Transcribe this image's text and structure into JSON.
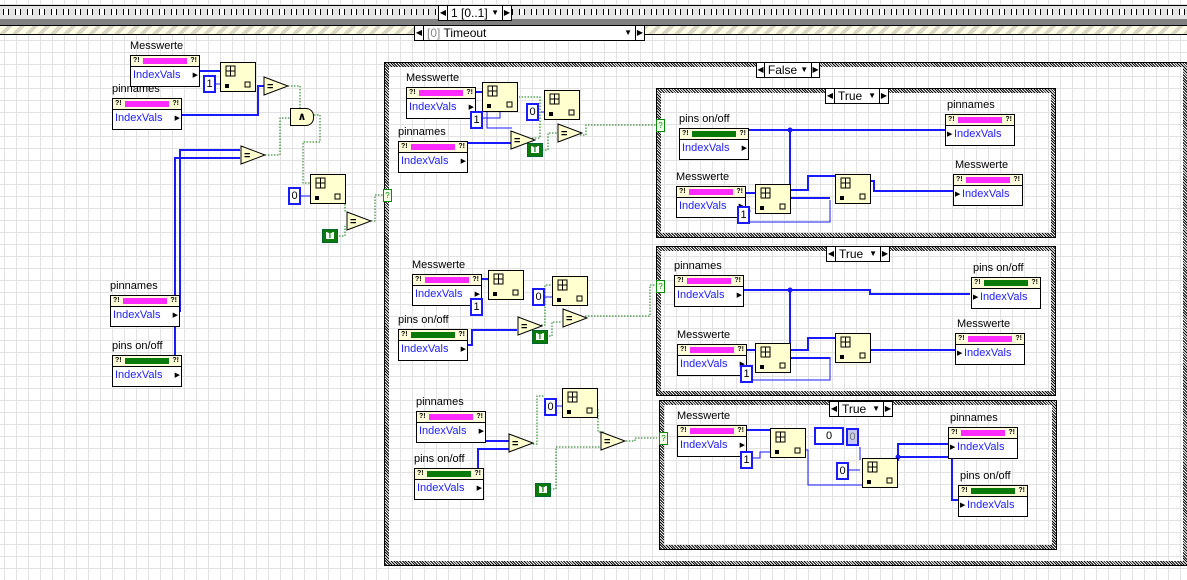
{
  "sequence": {
    "selector_label": "1 [0..1]"
  },
  "event_structure": {
    "selector_index": "[0]",
    "selector_label": "Timeout"
  },
  "outer_case": {
    "selector_label": "False"
  },
  "inner_cases": [
    {
      "selector_label": "True"
    },
    {
      "selector_label": "True"
    },
    {
      "selector_label": "True"
    }
  ],
  "node_labels": {
    "messwerte": "Messwerte",
    "pinnames": "pinnames",
    "pins_onoff": "pins on/off",
    "property": "IndexVals"
  },
  "constants": {
    "one": "1",
    "zero": "0",
    "true_const": "T",
    "selector_terminal": "?",
    "compare_symbol": "=",
    "and_symbol": "∧"
  },
  "numeric_control": {
    "value": "0",
    "indicator_value": "0"
  },
  "colors": {
    "string_wire": "#ff2cff",
    "bool_wire": "#0a7a0a",
    "array_wire": "#1a1aff",
    "node_fill": "#ffffd0"
  }
}
